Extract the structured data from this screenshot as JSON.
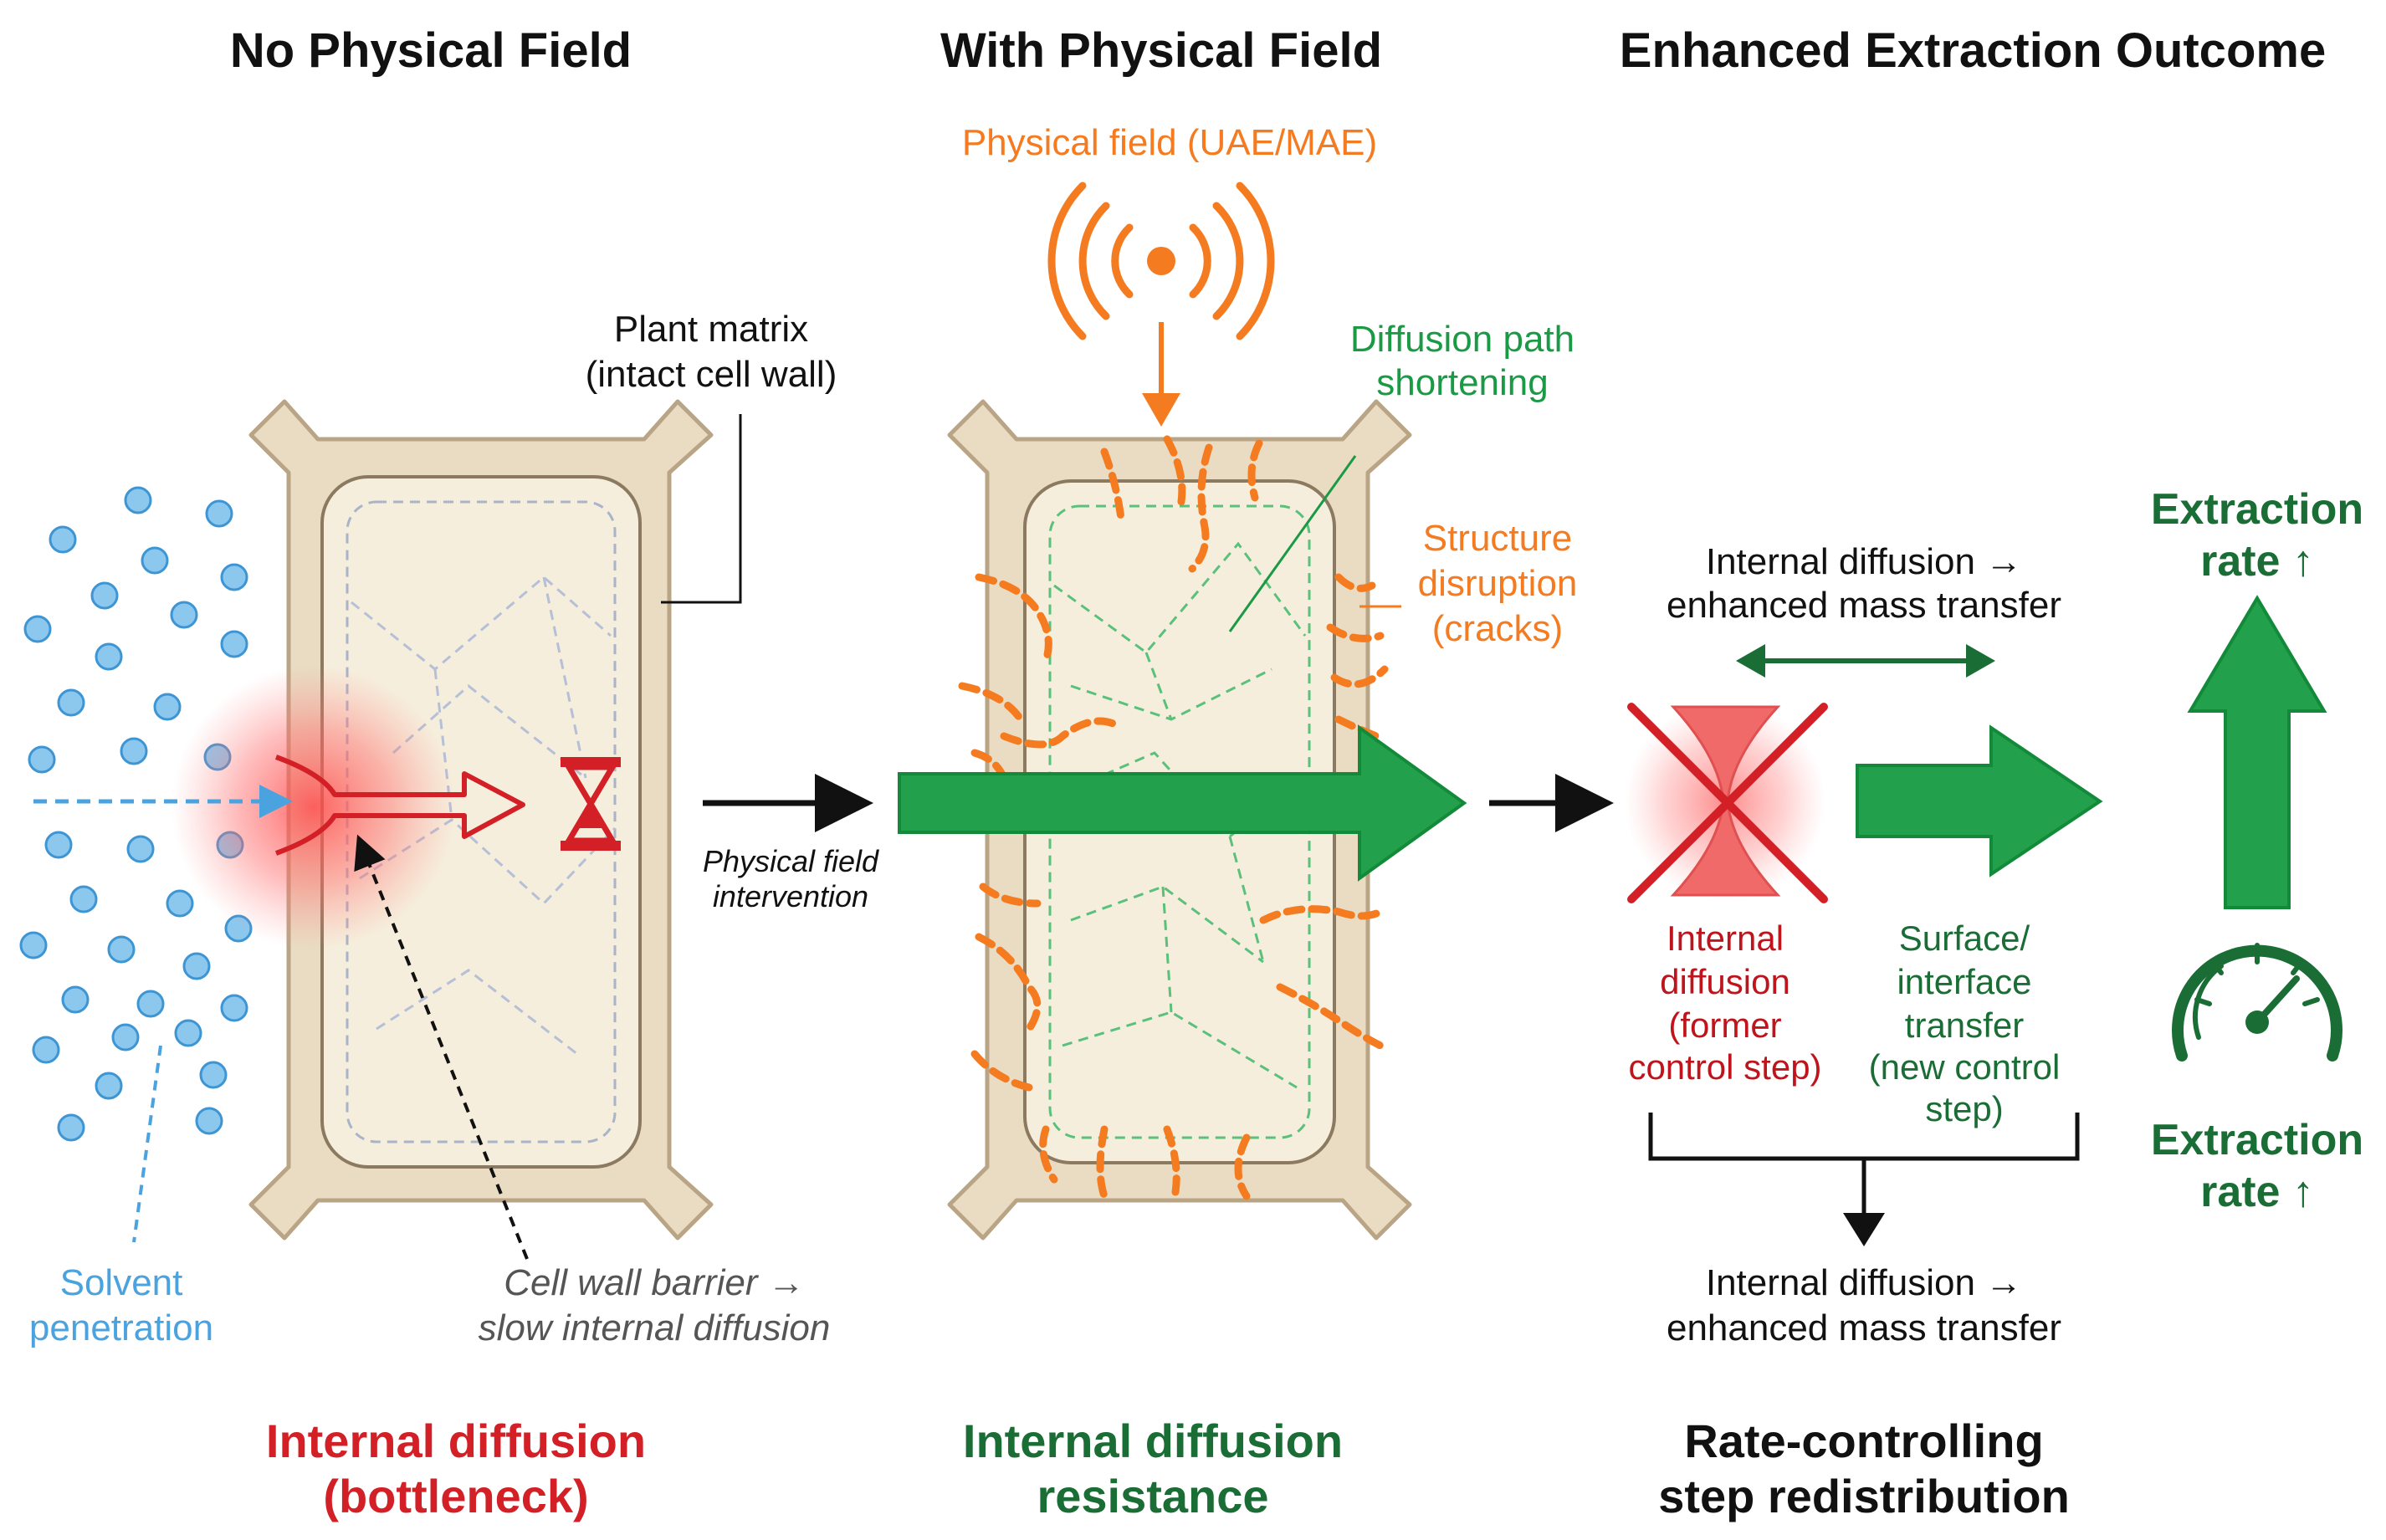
{
  "headers": {
    "col1": "No Physical Field",
    "col2": "With Physical Field",
    "col3": "Enhanced Extraction Outcome"
  },
  "panel1": {
    "plant_matrix_line1": "Plant matrix",
    "plant_matrix_line2": "(intact cell wall)",
    "physical_field_intervention_line1": "Physical field",
    "physical_field_intervention_line2": "intervention",
    "solvent_line1": "Solvent",
    "solvent_line2": "penetration",
    "barrier_line1": "Cell wall barrier →",
    "barrier_line2": "slow internal diffusion",
    "footer_line1": "Internal diffusion",
    "footer_line2": "(bottleneck)"
  },
  "panel2": {
    "field_label": "Physical field (UAE/MAE)",
    "diffusion_path_line1": "Diffusion path",
    "diffusion_path_line2": "shortening",
    "structure_line1": "Structure",
    "structure_line2": "disruption",
    "structure_line3": "(cracks)",
    "footer_line1": "Internal diffusion",
    "footer_line2": "resistance"
  },
  "panel3": {
    "top_label_line1": "Internal diffusion →",
    "top_label_line2": "enhanced mass transfer",
    "internal_line1": "Internal",
    "internal_line2": "diffusion",
    "internal_line3": "(former",
    "internal_line4": "control step)",
    "surface_line1": "Surface/",
    "surface_line2": "interface",
    "surface_line3": "transfer",
    "surface_line4": "(new control",
    "surface_line5": "step)",
    "bottom_label_line1": "Internal diffusion →",
    "bottom_label_line2": "enhanced mass transfer",
    "extraction_top_line1": "Extraction",
    "extraction_top_line2": "rate ↑",
    "extraction_bottom_line1": "Extraction",
    "extraction_bottom_line2": "rate ↑",
    "footer_line1": "Rate-controlling",
    "footer_line2": "step redistribution"
  },
  "colors": {
    "red": "#d32027",
    "green": "#1a7a3a",
    "green_arrow": "#22a04b",
    "orange": "#f47b20",
    "blue": "#4aa3df",
    "cell_wall": "#e9dcc3",
    "cell_outline": "#b9a586",
    "cell_inner": "#f6eedc"
  }
}
